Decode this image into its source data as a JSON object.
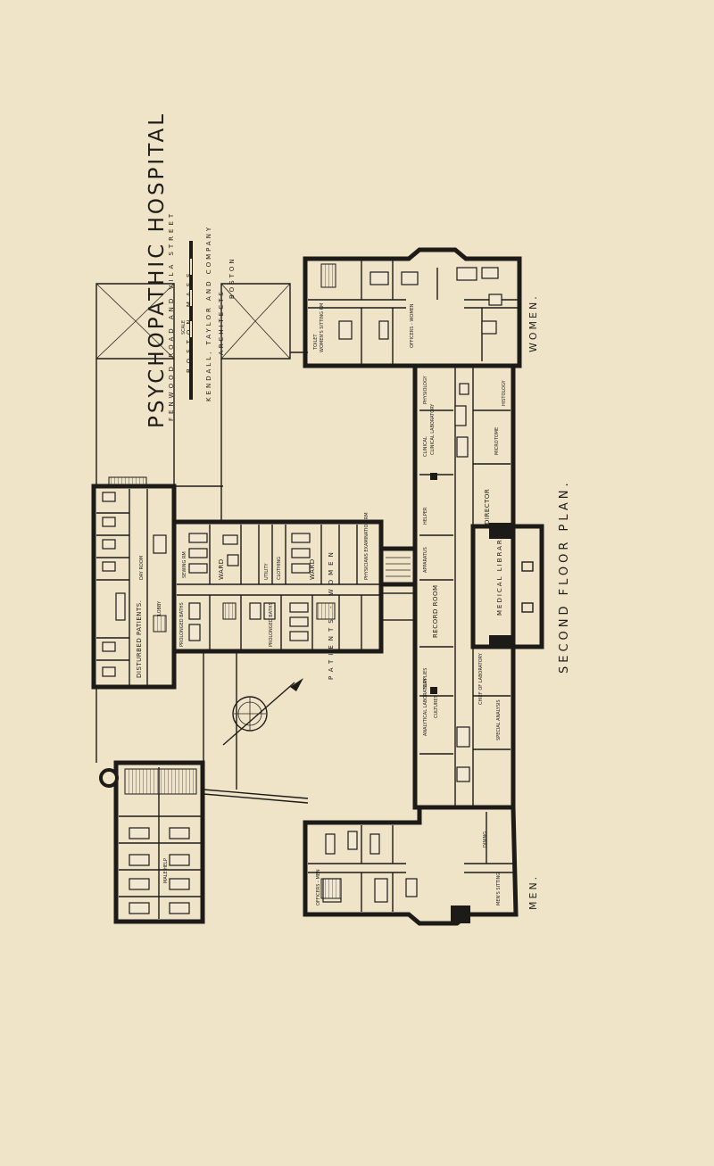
{
  "title_block": {
    "title": "PSYCHOPATHIC HOSPITAL",
    "location": "FENWOOD ROAD AND VILA STREET",
    "city": "BOSTON MASS",
    "scale_label": "SCALE",
    "architects": "KENDALL, TAYLOR AND COMPANY",
    "architects_role": "ARCHITECTS",
    "architects_city": "BOSTON"
  },
  "plan_title": "SECOND FLOOR PLAN.",
  "wing_labels": {
    "women": "WOMEN.",
    "men": "MEN.",
    "patients_women": "PATIENTS - WOMEN",
    "disturbed": "DISTURBED PATIENTS."
  },
  "rooms": {
    "ward_1": "WARD",
    "ward_2": "WARD",
    "utility": "UTILITY",
    "clothing": "CLOTHING",
    "physicians": "PHYSICIANS EXAMINATION RM",
    "sewing": "SEWING RM",
    "lobby": "LOBBY",
    "prolonged_baths_1": "PROLONGED BATHS",
    "prolonged_baths_2": "PROLONGED BATHS",
    "day_room": "DAY ROOM",
    "clinical_lab": "CLINICAL LABORATORY",
    "medical_library": "MEDICAL LIBRARY.",
    "record_room": "RECORD ROOM",
    "director": "DIRECTOR",
    "chief_of_lab": "CHIEF OF LABORATORY",
    "supplies": "SUPPLIES",
    "apparatus": "APPARATUS",
    "helper": "HELPER",
    "clinical": "CLINICAL",
    "physiology": "PHYSIOLOGY",
    "histology": "HISTOLOGY",
    "microtome": "MICROTOME",
    "analytical_lab": "ANALYTICAL LABORATORY",
    "cultures": "CULTURES",
    "special_analysis": "SPECIAL ANALYSIS",
    "womens_sitting": "WOMEN'S SITTING RM",
    "officers_women": "OFFICERS - WOMEN",
    "toilet": "TOILET",
    "officers_men": "OFFICERS - MEN",
    "mens_sitting": "MEN'S SITTING",
    "dining": "DINING",
    "male_help": "MALE HELP"
  }
}
